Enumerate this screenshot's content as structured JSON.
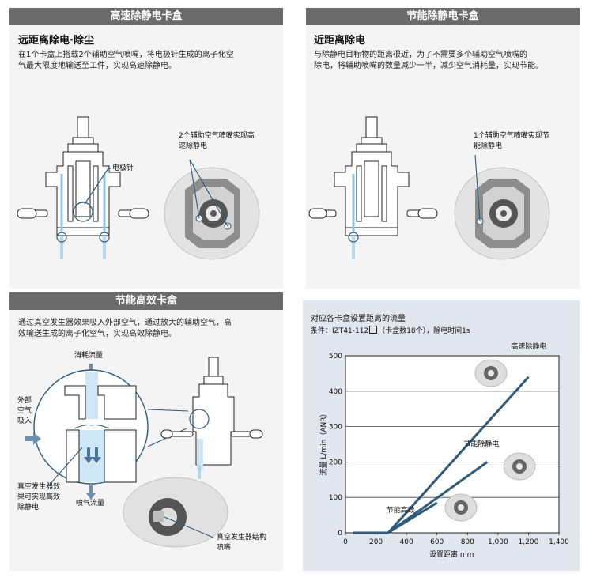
{
  "panels": {
    "high_speed": {
      "title": "高速除静电卡盒",
      "subtitle": "远距离除电·除尘",
      "desc_line1": "在1个卡盒上搭载2个辅助空气喷嘴，将电极针生成的离子化空",
      "desc_line2": "气最大限度地输送至工件，实现高速除静电。",
      "label_electrode": "电极针",
      "label_nozzles_line1": "2个辅助空气喷嘴实现高",
      "label_nozzles_line2": "速除静电"
    },
    "energy_saving": {
      "title": "节能除静电卡盒",
      "subtitle": "近距离除电",
      "desc_line1": "与除静电目标物的距离很近，为了不需要多个辅助空气喷嘴的",
      "desc_line2": "除电，将辅助喷嘴的数量减少一半，减少空气消耗量，实现节能。",
      "label_nozzle_line1": "1个辅助空气喷嘴实现节",
      "label_nozzle_line2": "能除静电"
    },
    "efficient": {
      "title": "节能高效卡盒",
      "desc_line1": "通过真空发生器效果吸入外部空气，通过放大的辅助空气，高",
      "desc_line2": "效输送生成的离子化空气，实现高效除静电。",
      "label_consumption": "消耗流量",
      "label_outside_1": "外部",
      "label_outside_2": "空气",
      "label_outside_3": "吸入",
      "label_vacuum_1": "真空发生器效",
      "label_vacuum_2": "果可实现高效",
      "label_vacuum_3": "除静电",
      "label_spray": "喷气流量",
      "label_nozzle_1": "真空发生器结构",
      "label_nozzle_2": "喷嘴"
    }
  },
  "chart_data": {
    "type": "line",
    "title": "对应各卡盒设置距离的流量",
    "subtitle_prefix": "条件：IZT41-112",
    "subtitle_suffix": "（卡盒数18个），除电时间1s",
    "xlabel": "设置距离 mm",
    "ylabel": "流量 L/min（ANR）",
    "xlim": [
      0,
      1400
    ],
    "ylim": [
      0,
      500
    ],
    "xticks": [
      "0",
      "200",
      "400",
      "600",
      "800",
      "1,000",
      "1,200",
      "1,400"
    ],
    "yticks": [
      "0",
      "100",
      "200",
      "300",
      "400",
      "500"
    ],
    "grid": true,
    "baseline": {
      "x": [
        50,
        280
      ],
      "y": [
        0,
        0
      ]
    },
    "series": [
      {
        "name": "高速除静电",
        "x": [
          280,
          1200
        ],
        "y": [
          0,
          440
        ]
      },
      {
        "name": "节能除静电",
        "x": [
          280,
          930
        ],
        "y": [
          0,
          200
        ]
      },
      {
        "name": "节能高效",
        "x": [
          280,
          600
        ],
        "y": [
          0,
          85
        ]
      }
    ],
    "color": "#2f5a7a"
  }
}
